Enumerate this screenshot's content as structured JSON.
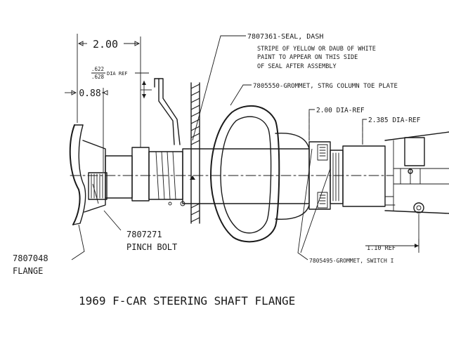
{
  "title": "1969  F-CAR  STEERING SHAFT   FLANGE",
  "dimensions": {
    "overall": "2.00",
    "offset": "0.88",
    "seal_top": ".622",
    "seal_bottom": ".628",
    "seal_ref": "DIA REF",
    "dia_200": "2.00 DIA-REF",
    "dia_2385": "2.385 DIA-REF",
    "ref_110": "1.10  REF"
  },
  "callouts": {
    "seal_line1": "7807361-SEAL, DASH",
    "seal_line2": "STRIPE OF YELLOW OR DAUB OF WHITE",
    "seal_line3": "PAINT TO APPEAR ON THIS SIDE",
    "seal_line4": "OF SEAL AFTER ASSEMBLY",
    "grommet_toe": "7805550-GROMMET, STRG COLUMN TOE PLATE",
    "pinch_bolt_number": "7807271",
    "pinch_bolt_label": "PINCH BOLT",
    "flange_number": "7807048",
    "flange_label": "FLANGE",
    "grommet_switch": "7805495-GROMMET, SWITCH I"
  }
}
